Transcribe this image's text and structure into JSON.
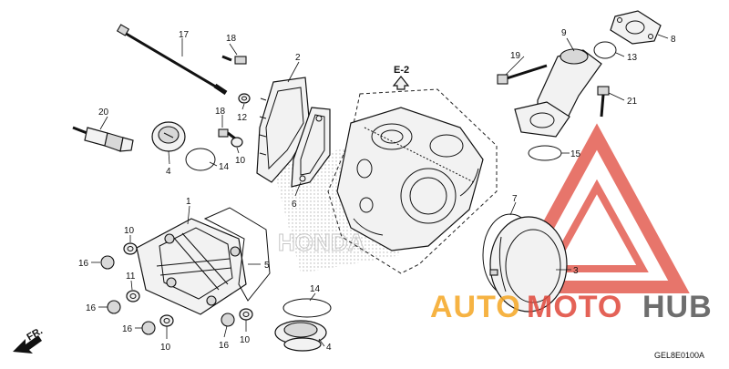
{
  "diagram": {
    "section_ref": "E-2",
    "diagram_code": "GEL8E0100A",
    "front_marker": "FR.",
    "labels": {
      "p1": "1",
      "p2": "2",
      "p3": "3",
      "p4a": "4",
      "p4b": "4",
      "p5": "5",
      "p6": "6",
      "p7": "7",
      "p8": "8",
      "p9": "9",
      "p10a": "10",
      "p10b": "10",
      "p10c": "10",
      "p11": "11",
      "p12": "12",
      "p13": "13",
      "p14a": "14",
      "p14b": "14",
      "p15": "15",
      "p16a": "16",
      "p16b": "16",
      "p16c": "16",
      "p16d": "16",
      "p17": "17",
      "p18a": "18",
      "p18b": "18",
      "p19": "19",
      "p20": "20",
      "p21": "21"
    }
  },
  "watermark": {
    "part1": "AUTO",
    "part2": "MOTO",
    "part3": "HUB",
    "color_orange": "#f5a623",
    "color_red": "#e0473a",
    "color_gray": "#555555"
  }
}
